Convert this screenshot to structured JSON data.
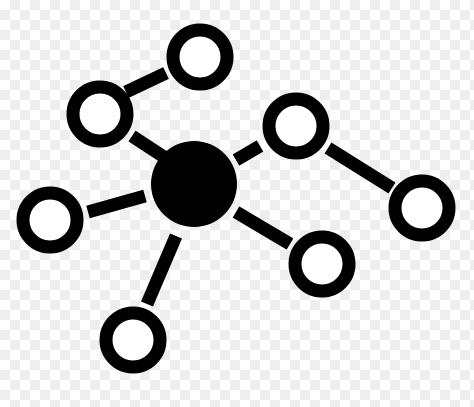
{
  "image": {
    "icon": "network-graph-icon",
    "background": "transparency-checkerboard",
    "colors": {
      "ink": "#000000",
      "fill": "#ffffff",
      "checker_light": "#ffffff",
      "checker_dark": "#eeeeee"
    },
    "nodes": [
      {
        "name": "hub-node",
        "kind": "filled"
      },
      {
        "name": "node-top",
        "kind": "ring"
      },
      {
        "name": "node-upper-left",
        "kind": "ring"
      },
      {
        "name": "node-left",
        "kind": "ring"
      },
      {
        "name": "node-bottom",
        "kind": "ring"
      },
      {
        "name": "node-lower-right",
        "kind": "ring"
      },
      {
        "name": "node-upper-right",
        "kind": "ring"
      },
      {
        "name": "node-far-right",
        "kind": "ring"
      }
    ],
    "edges": [
      {
        "name": "edge-hub-upper-left"
      },
      {
        "name": "edge-upper-left-top"
      },
      {
        "name": "edge-hub-left"
      },
      {
        "name": "edge-hub-bottom"
      },
      {
        "name": "edge-hub-lower-right"
      },
      {
        "name": "edge-hub-upper-right"
      },
      {
        "name": "edge-upper-right-far-right"
      }
    ]
  }
}
